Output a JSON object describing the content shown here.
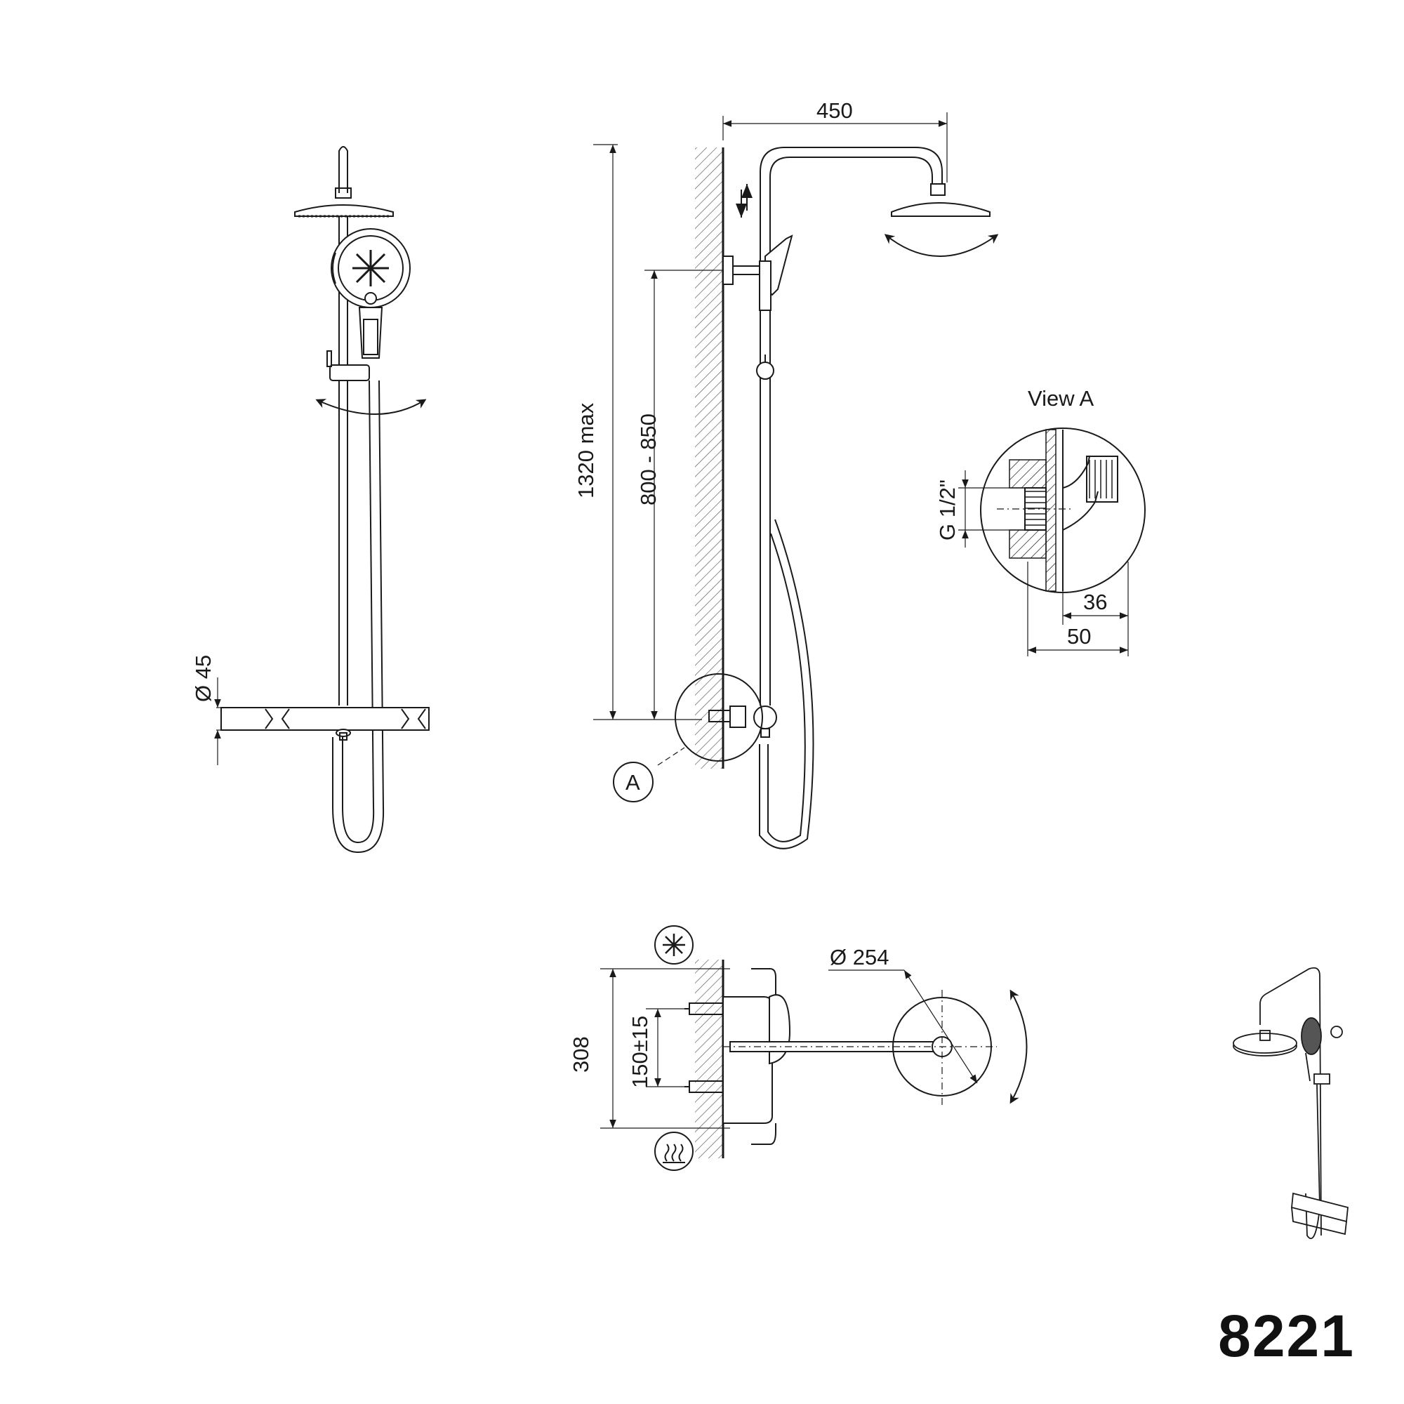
{
  "model_number": "8221",
  "dimensions": {
    "width_arm": "450",
    "height_max": "1320 max",
    "outlet_height": "800 - 850",
    "pipe_diameter": "Ø 45",
    "thread": "G 1/2\"",
    "depth_36": "36",
    "depth_50": "50",
    "head_diameter": "Ø 254",
    "depth_total": "308",
    "outlet_spacing": "150±15"
  },
  "labels": {
    "view_a_title": "View A",
    "detail_callout": "A"
  },
  "icons": [
    "cold-water-icon",
    "hot-water-icon",
    "rotation-arrow-icon",
    "adjust-height-icon"
  ]
}
